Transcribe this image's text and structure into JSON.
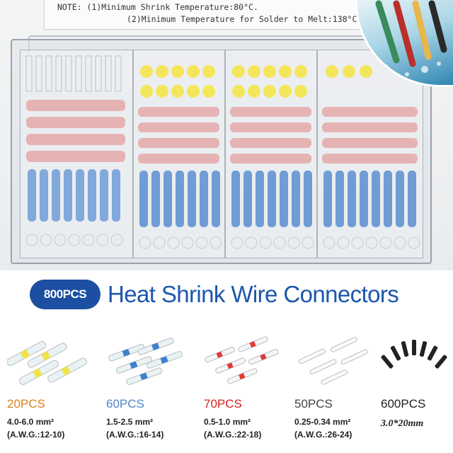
{
  "notice": {
    "line1": "NOTE: (1)Minimum Shrink Temperature:80°C.",
    "line2": "(2)Minimum Temperature for Solder to Melt:138°C"
  },
  "banner": {
    "badge": "800PCS",
    "title": "Heat Shrink Wire Connectors"
  },
  "items": [
    {
      "count": "20PCS",
      "count_color": "#d9801e",
      "spec_line1": "4.0-6.0 mm²",
      "spec_line2": "(A.W.G.:12-10)",
      "band_color": "#f1e44a"
    },
    {
      "count": "60PCS",
      "count_color": "#4f86c8",
      "spec_line1": "1.5-2.5 mm²",
      "spec_line2": "(A.W.G.:16-14)",
      "band_color": "#3f7fd0"
    },
    {
      "count": "70PCS",
      "count_color": "#d62020",
      "spec_line1": "0.5-1.0 mm²",
      "spec_line2": "(A.W.G.:22-18)",
      "band_color": "#e23a3a"
    },
    {
      "count": "50PCS",
      "count_color": "#444444",
      "spec_line1": "0.25-0.34 mm²",
      "spec_line2": "(A.W.G.:26-24)",
      "band_color": "#f2f2f2"
    },
    {
      "count": "600PCS",
      "count_color": "#222222",
      "spec_line1": "3.0*20mm",
      "band_color": "#222222"
    }
  ]
}
